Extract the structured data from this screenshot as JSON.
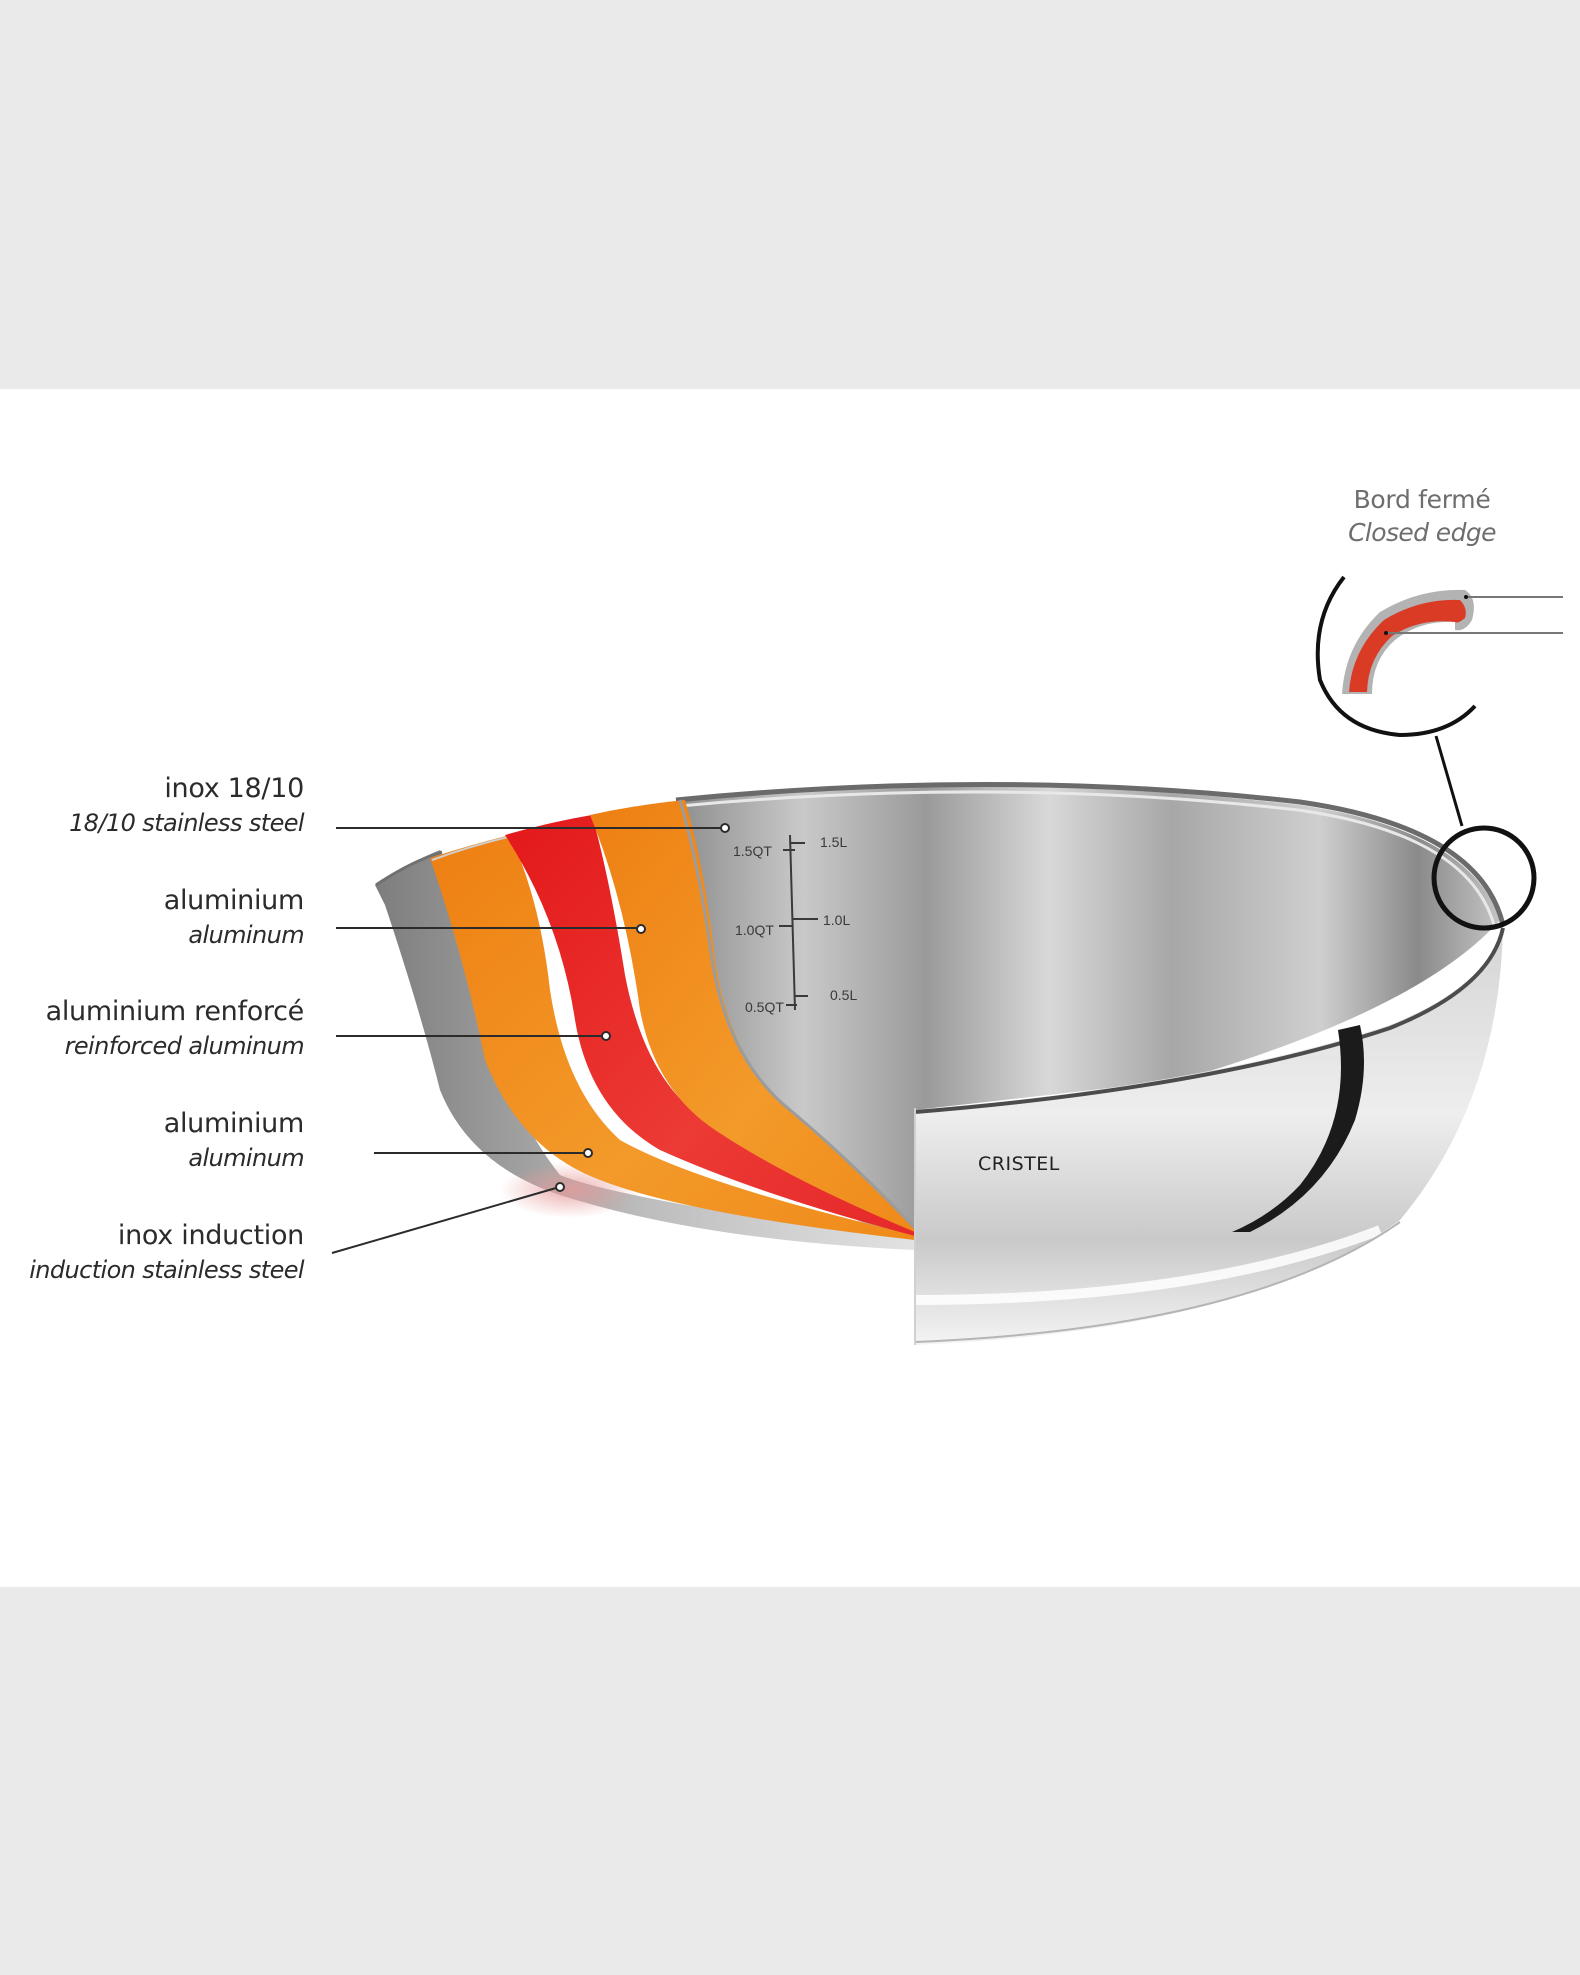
{
  "layout": {
    "background_gray": "#eaeaea",
    "canvas_white": "#ffffff"
  },
  "colors": {
    "stainless": "#b9b9b9",
    "aluminum_orange": "#f08a1c",
    "reinforced_red": "#e8261f",
    "detail_red": "#d93b25",
    "detail_gray": "#b3b3b3",
    "line": "#2b2b2b"
  },
  "layers": [
    {
      "id": "inox-18-10",
      "label_fr": "inox 18/10",
      "label_en": "18/10 stainless steel"
    },
    {
      "id": "aluminium-1",
      "label_fr": "aluminium",
      "label_en": "aluminum"
    },
    {
      "id": "aluminium-renforce",
      "label_fr": "aluminium renforcé",
      "label_en": "reinforced aluminum"
    },
    {
      "id": "aluminium-2",
      "label_fr": "aluminium",
      "label_en": "aluminum"
    },
    {
      "id": "inox-induction",
      "label_fr": "inox induction",
      "label_en": "induction stainless steel"
    }
  ],
  "detail": {
    "label_fr": "Bord fermé",
    "label_en": "Closed edge"
  },
  "gauge": {
    "left": [
      "1.5QT",
      "1.0QT",
      "0.5QT"
    ],
    "right": [
      "1.5L",
      "1.0L",
      "0.5L"
    ]
  },
  "brand": "CRISTEL"
}
